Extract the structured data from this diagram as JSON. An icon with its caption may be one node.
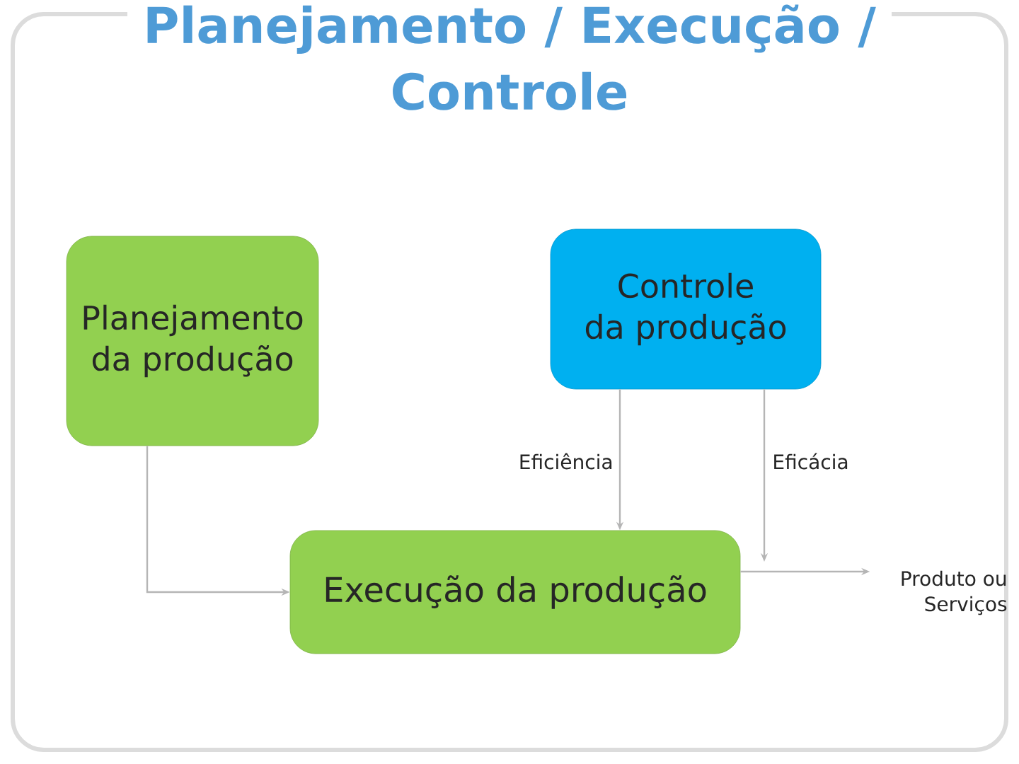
{
  "diagram": {
    "title": "Planejamento / Execução / Controle",
    "nodes": [
      {
        "text": [
          "Planejamento da produção"
        ]
      },
      {
        "text": [
          "Controle da produção"
        ]
      },
      {
        "text": [
          "Execução da produção"
        ]
      },
      {
        "text": [
          "Produto ou Serviços"
        ]
      }
    ],
    "edges": [
      {
        "from": 0,
        "to": 2,
        "arrow": "to"
      },
      {
        "from": 1,
        "to": 2,
        "arrow": "to",
        "label": "Eficiência"
      },
      {
        "from": 2,
        "to": 3,
        "arrow": "to"
      },
      {
        "from": 1,
        "to": null,
        "arrow": "to",
        "label": "Eficácia"
      }
    ]
  }
}
